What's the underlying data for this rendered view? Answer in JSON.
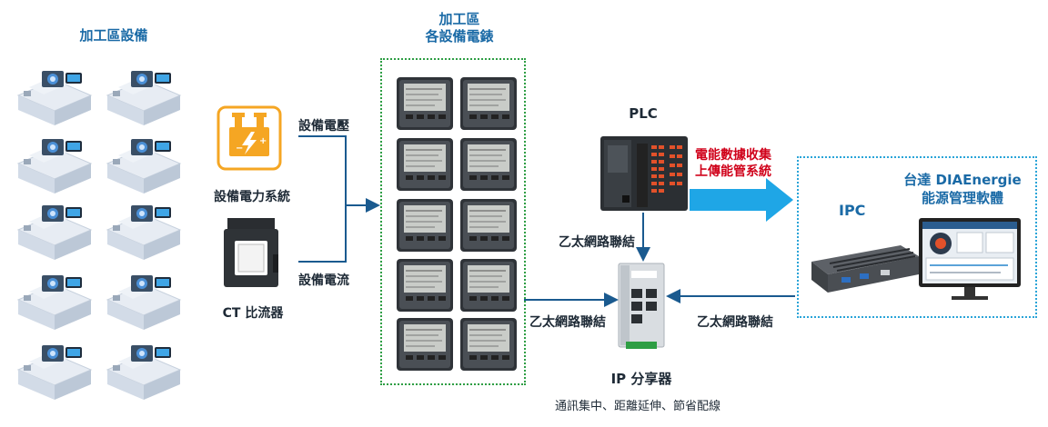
{
  "machines": {
    "title": "加工區設備",
    "count": 10
  },
  "power_system": {
    "label": "設備電力系統"
  },
  "ct": {
    "label": "CT 比流器"
  },
  "signals": {
    "voltage": "設備電壓",
    "current": "設備電流"
  },
  "meters": {
    "title_line1": "加工區",
    "title_line2": "各設備電錶",
    "count": 10
  },
  "plc": {
    "label": "PLC"
  },
  "upload": {
    "line1": "電能數據收集",
    "line2": "上傳能管系統"
  },
  "software": {
    "line1_prefix": "台達 ",
    "line1_brand": "DIAEnergie",
    "line2": "能源管理軟體"
  },
  "ipc": {
    "label": "IPC"
  },
  "ethernet": {
    "plc_link": "乙太網路聯結",
    "meter_link": "乙太網路聯結",
    "ipc_link": "乙太網路聯結"
  },
  "router": {
    "label": "IP 分享器",
    "caption": "通訊集中、距離延伸、節省配線"
  },
  "colors": {
    "accent_blue": "#1a6aa6",
    "arrow_blue": "#1fa6e6",
    "upload_red": "#d0021b",
    "meter_border": "#2e9e44",
    "ipc_border": "#2aa4d8"
  }
}
